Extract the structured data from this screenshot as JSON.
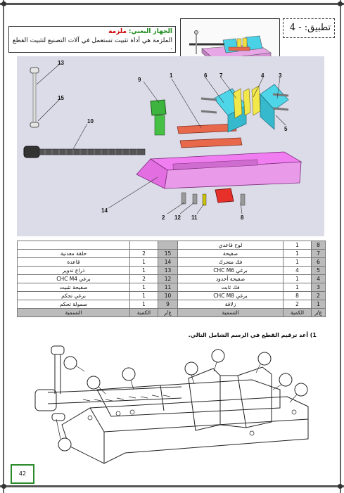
{
  "header": {
    "section_number": "4",
    "section_dash": "-",
    "section_title": "تطبيق:"
  },
  "info": {
    "label": "الجهاز البغني:",
    "device": "ملزمة",
    "description": "الملزمة هي أداة تثبيت تستعمل في آلات التصنيع لتثبيت القطع ."
  },
  "diagram_callouts": [
    "13",
    "15",
    "10",
    "9",
    "1",
    "6",
    "7",
    "4",
    "3",
    "5",
    "14",
    "2",
    "12",
    "11",
    "8"
  ],
  "table": {
    "headers": [
      "ع/ر",
      "الكمية",
      "التسمية",
      "ع/ر",
      "الكمية",
      "التسمية"
    ],
    "rows": [
      {
        "r_num": "8",
        "r_qty": "1",
        "r_name": "لوح قاعدي",
        "l_num": "",
        "l_qty": "",
        "l_name": ""
      },
      {
        "r_num": "7",
        "r_qty": "1",
        "r_name": "صفيحة",
        "l_num": "15",
        "l_qty": "2",
        "l_name": "حلقة معدنية"
      },
      {
        "r_num": "6",
        "r_qty": "1",
        "r_name": "فك متحرك",
        "l_num": "14",
        "l_qty": "1",
        "l_name": "قاعدة"
      },
      {
        "r_num": "5",
        "r_qty": "4",
        "r_name": "برغي CHC M6",
        "l_num": "13",
        "l_qty": "1",
        "l_name": "ذراع تدوير"
      },
      {
        "r_num": "4",
        "r_qty": "1",
        "r_name": "صفيحة أخدود",
        "l_num": "12",
        "l_qty": "2",
        "l_name": "برغي CHC M4"
      },
      {
        "r_num": "3",
        "r_qty": "1",
        "r_name": "فك ثابت",
        "l_num": "11",
        "l_qty": "1",
        "l_name": "صفيحة تثبيت"
      },
      {
        "r_num": "2",
        "r_qty": "8",
        "r_name": "برغي CHC M8",
        "l_num": "10",
        "l_qty": "1",
        "l_name": "برغي تحكم"
      },
      {
        "r_num": "1",
        "r_qty": "2",
        "r_name": "زلاقة",
        "l_num": "9",
        "l_qty": "1",
        "l_name": "صمولة تحكم"
      }
    ]
  },
  "question": {
    "number": "1)",
    "text": "أعد ترقيم القطع في الرسم الشامل التالي."
  },
  "page_number": "42"
}
